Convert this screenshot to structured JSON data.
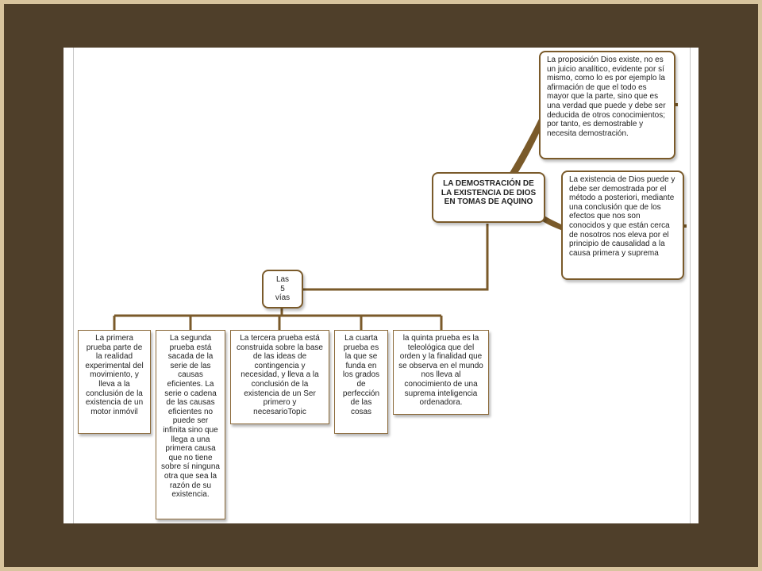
{
  "diagram": {
    "central_node": "LA DEMOSTRACIÓN DE LA EXISTENCIA DE DIOS EN TOMAS DE AQUINO",
    "branch_node": "Las 5 vías",
    "right_nodes": [
      "La proposición Dios existe, no es  un juicio analítico, evidente por sí mismo, como lo es por ejemplo la afirmación de que el todo es mayor que la parte, sino que es una verdad que puede y debe ser deducida de otros conocimientos; por tanto, es demostrable y necesita demostración.",
      "La existencia de Dios puede y debe ser demostrada por el método a posteriori, mediante una conclusión que de los efectos que nos son conocidos y que están cerca de nosotros nos eleva por el principio de causalidad a la causa primera y suprema"
    ],
    "ways": [
      "La primera prueba parte de la realidad experimental del movimiento, y lleva a la conclusión de la existencia de un motor inmóvil",
      "La segunda prueba está sacada de la serie de las causas eficientes. La serie o cadena de las causas eficientes no puede ser infinita sino que llega a una primera causa que no tiene sobre sí ninguna otra que sea la razón de su existencia.",
      "La tercera prueba está construida sobre la base de las ideas de contingencia y necesidad, y lleva a la conclusión de la existencia de un Ser primero y necesarioTopic",
      "La cuarta prueba es la que se funda en los grados de perfección de las cosas",
      "la quinta prueba es la teleológica que del orden y la finalidad que se observa en el mundo nos lleva al conocimiento de una suprema inteligencia ordenadora."
    ]
  },
  "colors": {
    "connector": "#7a5a2a",
    "frame": "#4f3f2a",
    "border": "#d8c49e"
  }
}
